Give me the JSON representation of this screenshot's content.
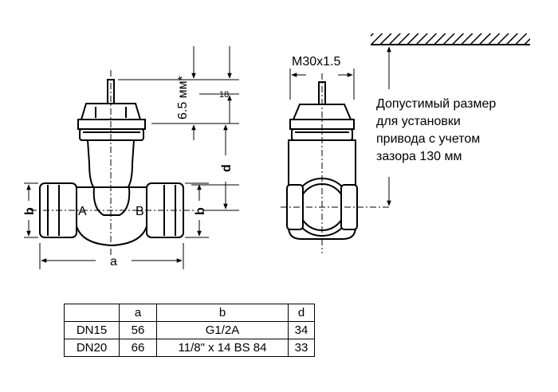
{
  "labels": {
    "dim_top_mm": "6.5 мм*",
    "dim_18": "18",
    "dim_d": "d",
    "dim_b_left": "b",
    "dim_b_right": "b",
    "dim_a": "a",
    "port_a": "A",
    "port_b": "B",
    "thread": "M30x1.5"
  },
  "note": {
    "line1": "Допустимый размер",
    "line2": "для установки",
    "line3": "привода с учетом",
    "line4": "зазора 130 мм"
  },
  "table": {
    "headers": [
      "",
      "a",
      "b",
      "d"
    ],
    "rows": [
      [
        "DN15",
        "56",
        "G1/2A",
        "34"
      ],
      [
        "DN20",
        "66",
        "11/8\" x 14 BS 84",
        "33"
      ]
    ]
  }
}
